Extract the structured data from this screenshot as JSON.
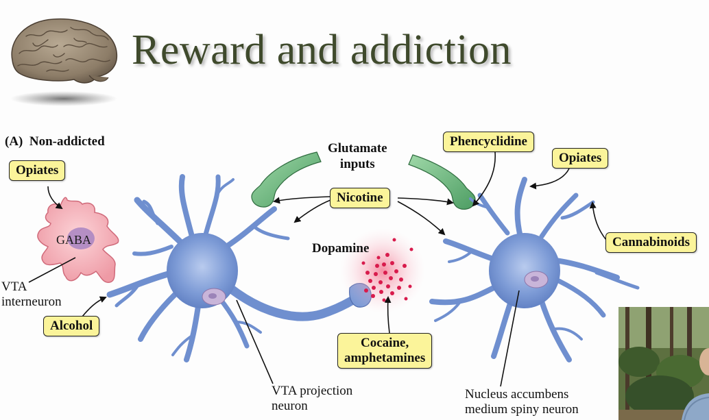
{
  "slide": {
    "title": "Reward and addiction"
  },
  "diagram": {
    "panel_label": "(A)  Non-addicted",
    "glutamate_label": "Glutamate\ninputs",
    "dopamine_label": "Dopamine",
    "gaba_label": "GABA",
    "vta_interneuron_label": "VTA\ninterneuron",
    "vta_projection_label": "VTA projection\nneuron",
    "nucleus_label": "Nucleus accumbens\nmedium spiny neuron",
    "drugs": {
      "opiates_left": "Opiates",
      "alcohol": "Alcohol",
      "nicotine": "Nicotine",
      "cocaine": "Cocaine,\namphetamines",
      "phencyclidine": "Phencyclidine",
      "opiates_right": "Opiates",
      "cannabinoids": "Cannabinoids"
    },
    "colors": {
      "neuron_blue": "#6f8fcf",
      "interneuron_pink": "#f2a7b0",
      "glutamate_green": "#5cae72",
      "dopamine_red": "#d81b4c",
      "tag_yellow": "#fbf49a"
    }
  }
}
